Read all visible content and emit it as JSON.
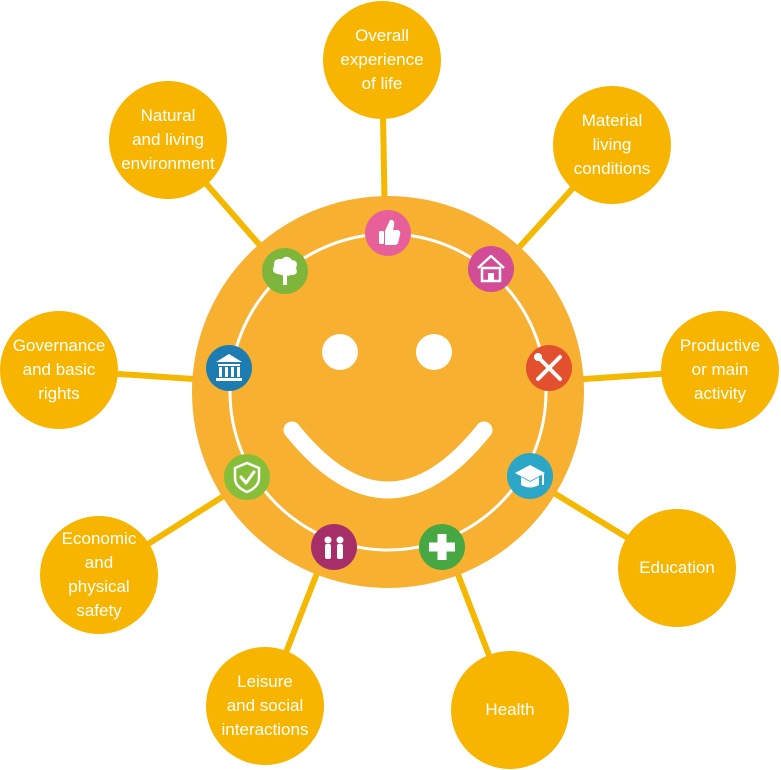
{
  "colors": {
    "sun": "#F7B030",
    "ray": "#F5B800",
    "node": "#F7B500",
    "ring": "#FFFFFF",
    "face": "#FFFFFF",
    "label_text": "#FFFFFF"
  },
  "nodes": [
    {
      "id": "overall-experience",
      "label": "Overall\nexperience\nof life"
    },
    {
      "id": "material-living-conditions",
      "label": "Material\nliving\nconditions"
    },
    {
      "id": "productive-activity",
      "label": "Productive\nor main\nactivity"
    },
    {
      "id": "education",
      "label": "Education"
    },
    {
      "id": "health",
      "label": "Health"
    },
    {
      "id": "leisure-social",
      "label": "Leisure\nand social\ninteractions"
    },
    {
      "id": "economic-safety",
      "label": "Economic\nand\nphysical\nsafety"
    },
    {
      "id": "governance-rights",
      "label": "Governance\nand basic\nrights"
    },
    {
      "id": "natural-environment",
      "label": "Natural\nand living\nenvironment"
    }
  ],
  "icons": [
    {
      "name": "thumbs-up-icon",
      "color": "#E8609A"
    },
    {
      "name": "house-icon",
      "color": "#D24C96"
    },
    {
      "name": "tools-icon",
      "color": "#E2502E"
    },
    {
      "name": "graduation-cap-icon",
      "color": "#2BA6C6"
    },
    {
      "name": "medical-cross-icon",
      "color": "#47A843"
    },
    {
      "name": "people-icon",
      "color": "#A62F6A"
    },
    {
      "name": "shield-check-icon",
      "color": "#86BE3A"
    },
    {
      "name": "government-building-icon",
      "color": "#1D7DB3"
    },
    {
      "name": "tree-icon",
      "color": "#7DB63A"
    }
  ]
}
